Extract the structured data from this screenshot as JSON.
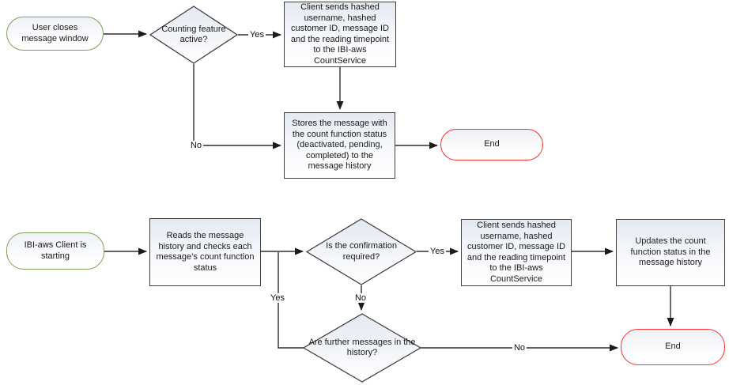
{
  "diagram_type": "flowchart",
  "colors": {
    "start_border": "#7f9f58",
    "end_border": "#ff3030",
    "process_border": "#3f3f3f",
    "connector": "#2e2e2e",
    "shape_fill_top": "#e4e9f1",
    "shape_fill_bottom": "#ffffff",
    "text": "#1a1a1a"
  },
  "nodes": {
    "start_user_closes": {
      "type": "start-terminator",
      "label": "User closes message window"
    },
    "decision_counting": {
      "type": "decision",
      "label": "Counting feature active?"
    },
    "process_client_sends_top": {
      "type": "process",
      "label": "Client sends hashed username, hashed customer ID, message ID and the reading timepoint to the IBI-aws CountService"
    },
    "process_stores_message": {
      "type": "process",
      "label": "Stores the message with the count function status (deactivated, pending, completed) to the message history"
    },
    "end_top": {
      "type": "end-terminator",
      "label": "End"
    },
    "start_client_starting": {
      "type": "start-terminator",
      "label": "IBI-aws Client is starting"
    },
    "process_reads_history": {
      "type": "process",
      "label": "Reads the message history and checks each message’s count function status"
    },
    "decision_confirmation": {
      "type": "decision",
      "label": "Is the confirmation required?"
    },
    "process_client_sends_bottom": {
      "type": "process",
      "label": "Client sends hashed username, hashed customer ID, message ID and the reading timepoint to the IBI-aws CountService"
    },
    "process_updates_status": {
      "type": "process",
      "label": "Updates the count function status in the message history"
    },
    "end_bottom": {
      "type": "end-terminator",
      "label": "End"
    },
    "decision_further_messages": {
      "type": "decision",
      "label": "Are further messages in the history?"
    }
  },
  "edge_labels": {
    "counting_yes": "Yes",
    "counting_no": "No",
    "confirmation_yes": "Yes",
    "confirmation_no": "No",
    "further_yes": "Yes",
    "further_no": "No"
  }
}
